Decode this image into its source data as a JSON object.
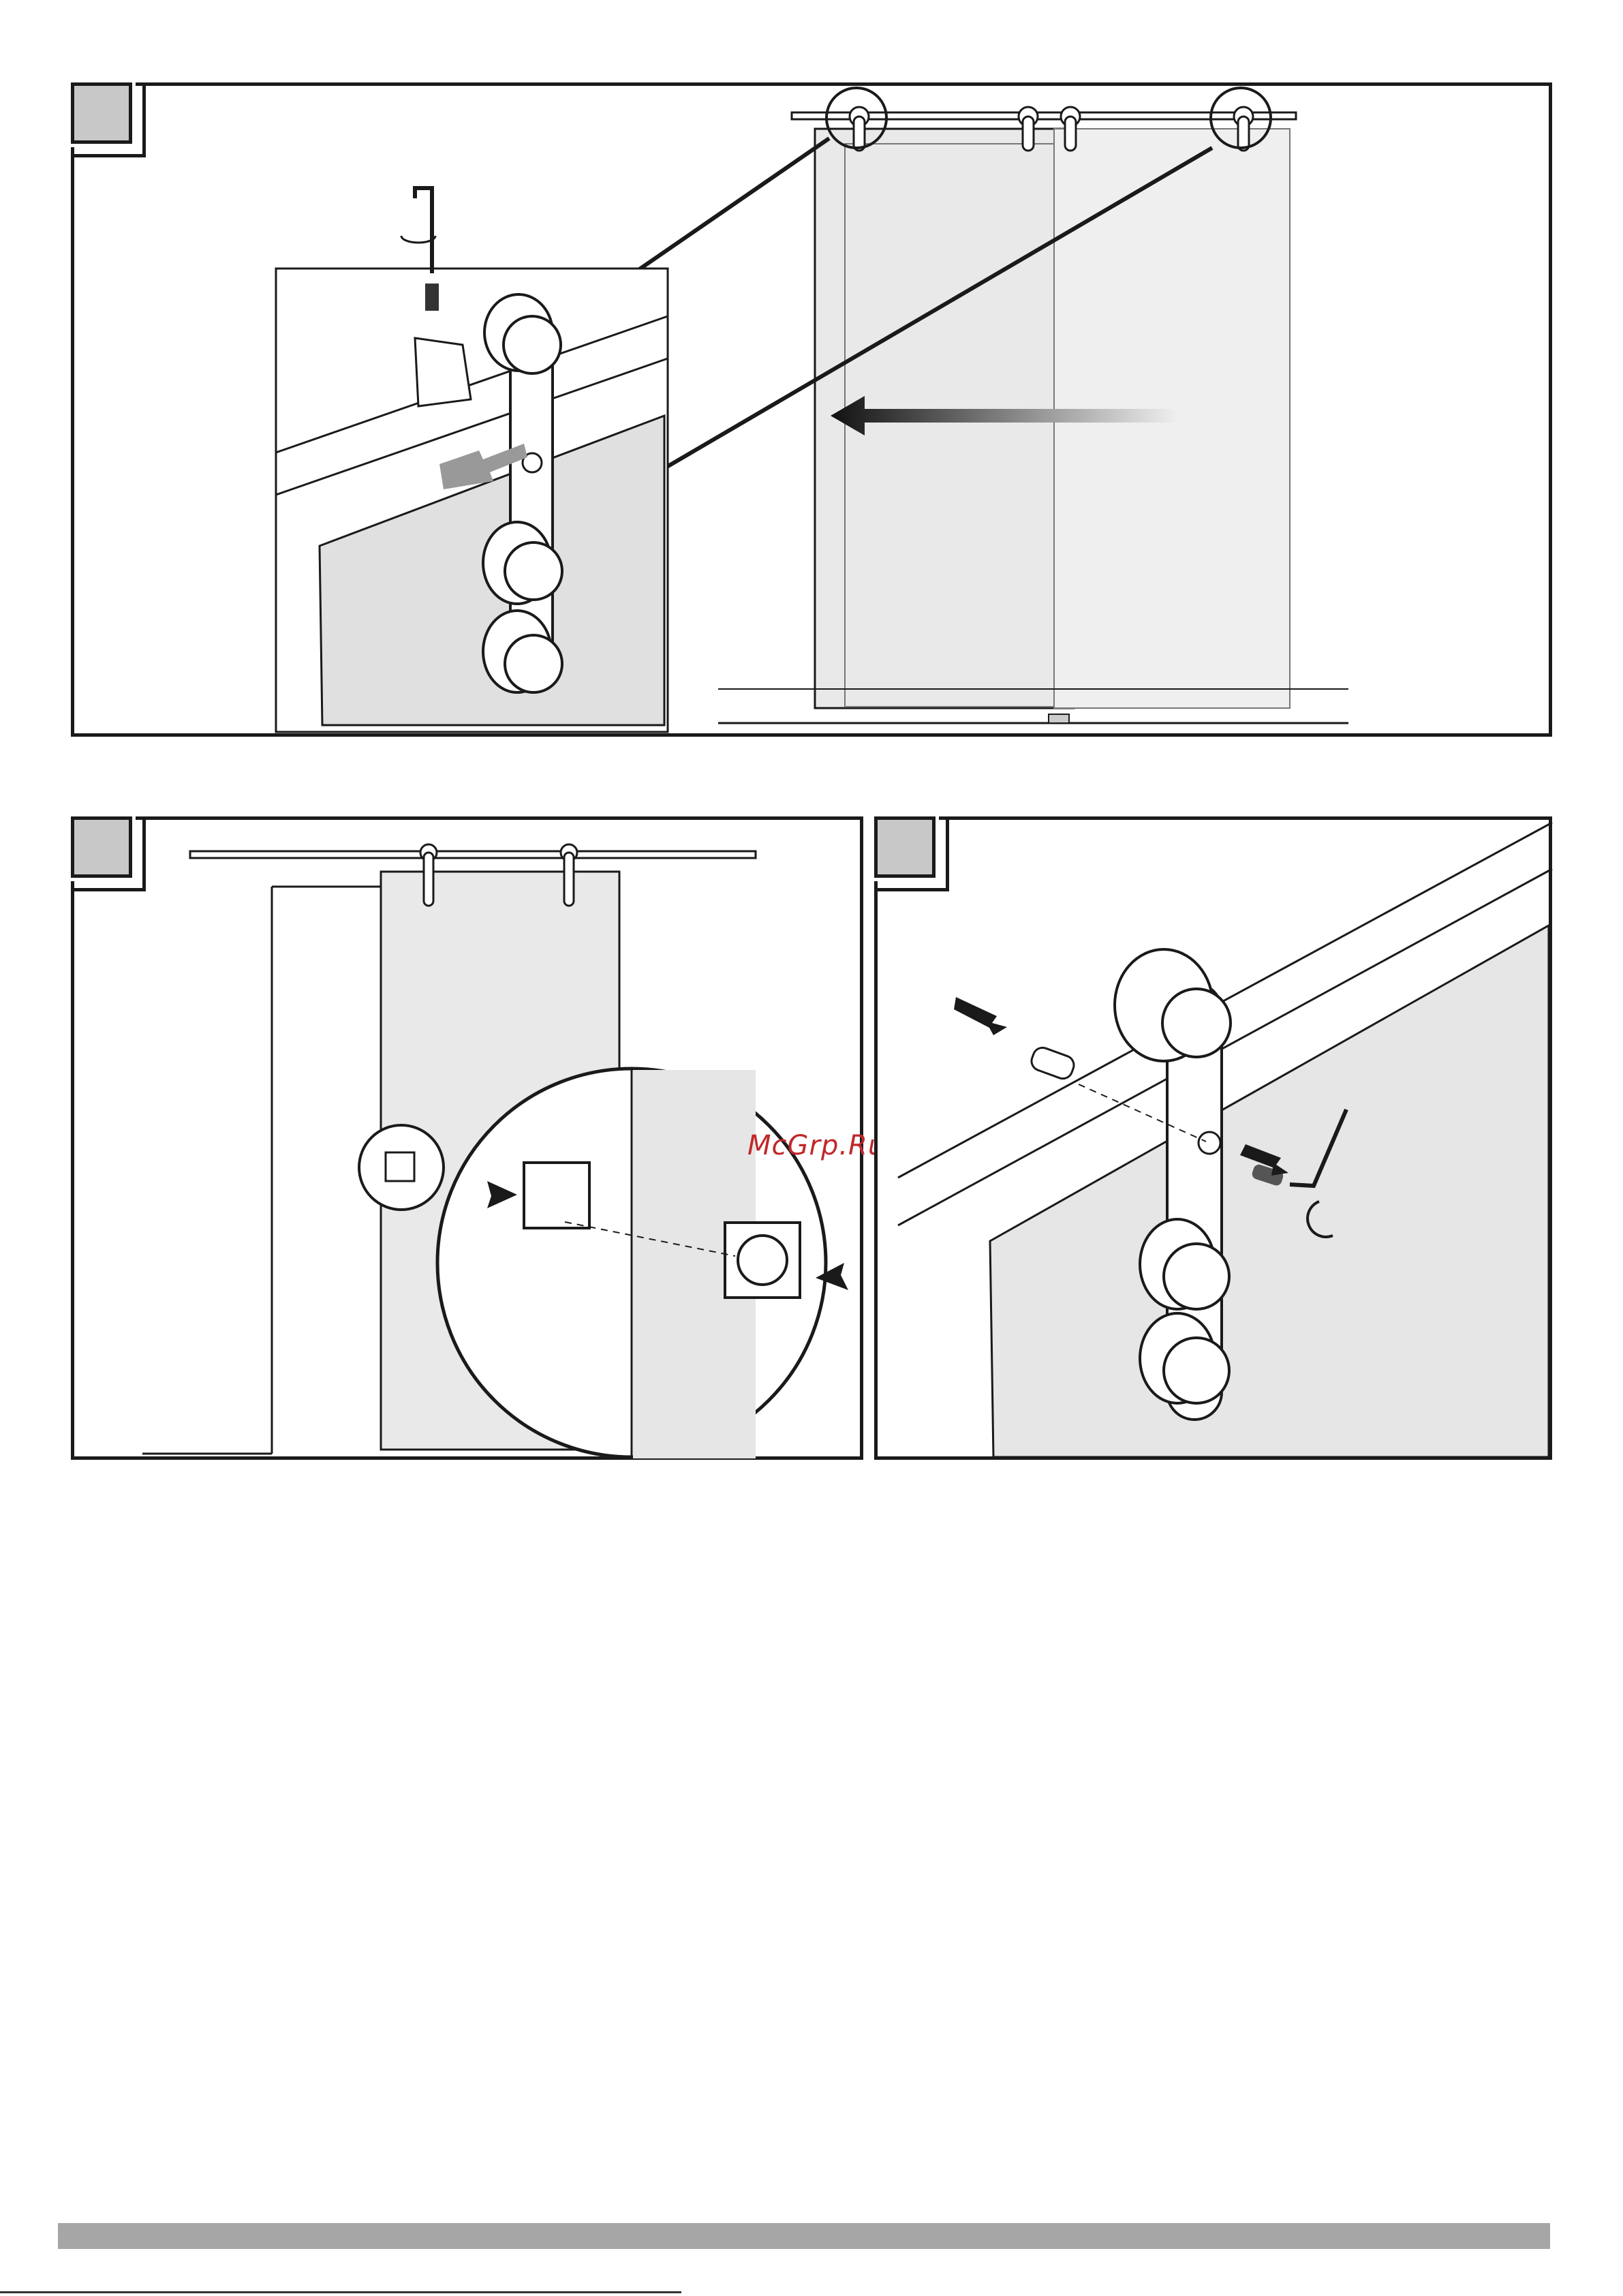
{
  "watermark": {
    "text": "McGrp.Ru",
    "color": "#c0282a"
  },
  "panels": [
    {
      "name": "step-panel-top",
      "step_label": "",
      "action": "slide-door-left"
    },
    {
      "name": "step-panel-bottom-left",
      "step_label": "",
      "action": "attach-handle"
    },
    {
      "name": "step-panel-bottom-right",
      "step_label": "",
      "action": "fasten-roller-stopper"
    }
  ],
  "icons": [
    "hex-key-icon",
    "set-screw-icon",
    "roller-hanger-icon",
    "glass-door-icon",
    "direction-arrow-icon",
    "rotate-arrow-icon",
    "flush-handle-icon"
  ],
  "colors": {
    "line": "#1a1a1a",
    "glass": "#e6e6e6",
    "badge": "#c8c8c8",
    "footer": "#a6a6a6"
  }
}
